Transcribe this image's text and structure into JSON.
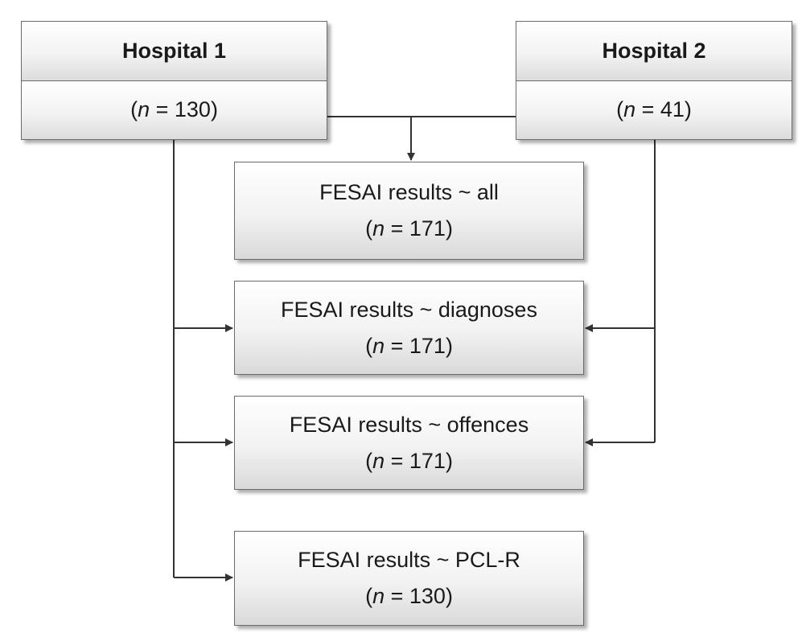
{
  "hospitals": [
    {
      "name": "Hospital 1",
      "n_symbol": "n",
      "n_value": "= 130"
    },
    {
      "name": "Hospital 2",
      "n_symbol": "n",
      "n_value": "= 41"
    }
  ],
  "results": [
    {
      "label": "FESAI results ~ all",
      "n_symbol": "n",
      "n_value": "= 171"
    },
    {
      "label": "FESAI results ~ diagnoses",
      "n_symbol": "n",
      "n_value": "= 171"
    },
    {
      "label": "FESAI results ~ offences",
      "n_symbol": "n",
      "n_value": "= 171"
    },
    {
      "label": "FESAI results ~ PCL-R",
      "n_symbol": "n",
      "n_value": "= 130"
    }
  ],
  "colors": {
    "line": "#333333",
    "border": "#6b6b6b"
  }
}
